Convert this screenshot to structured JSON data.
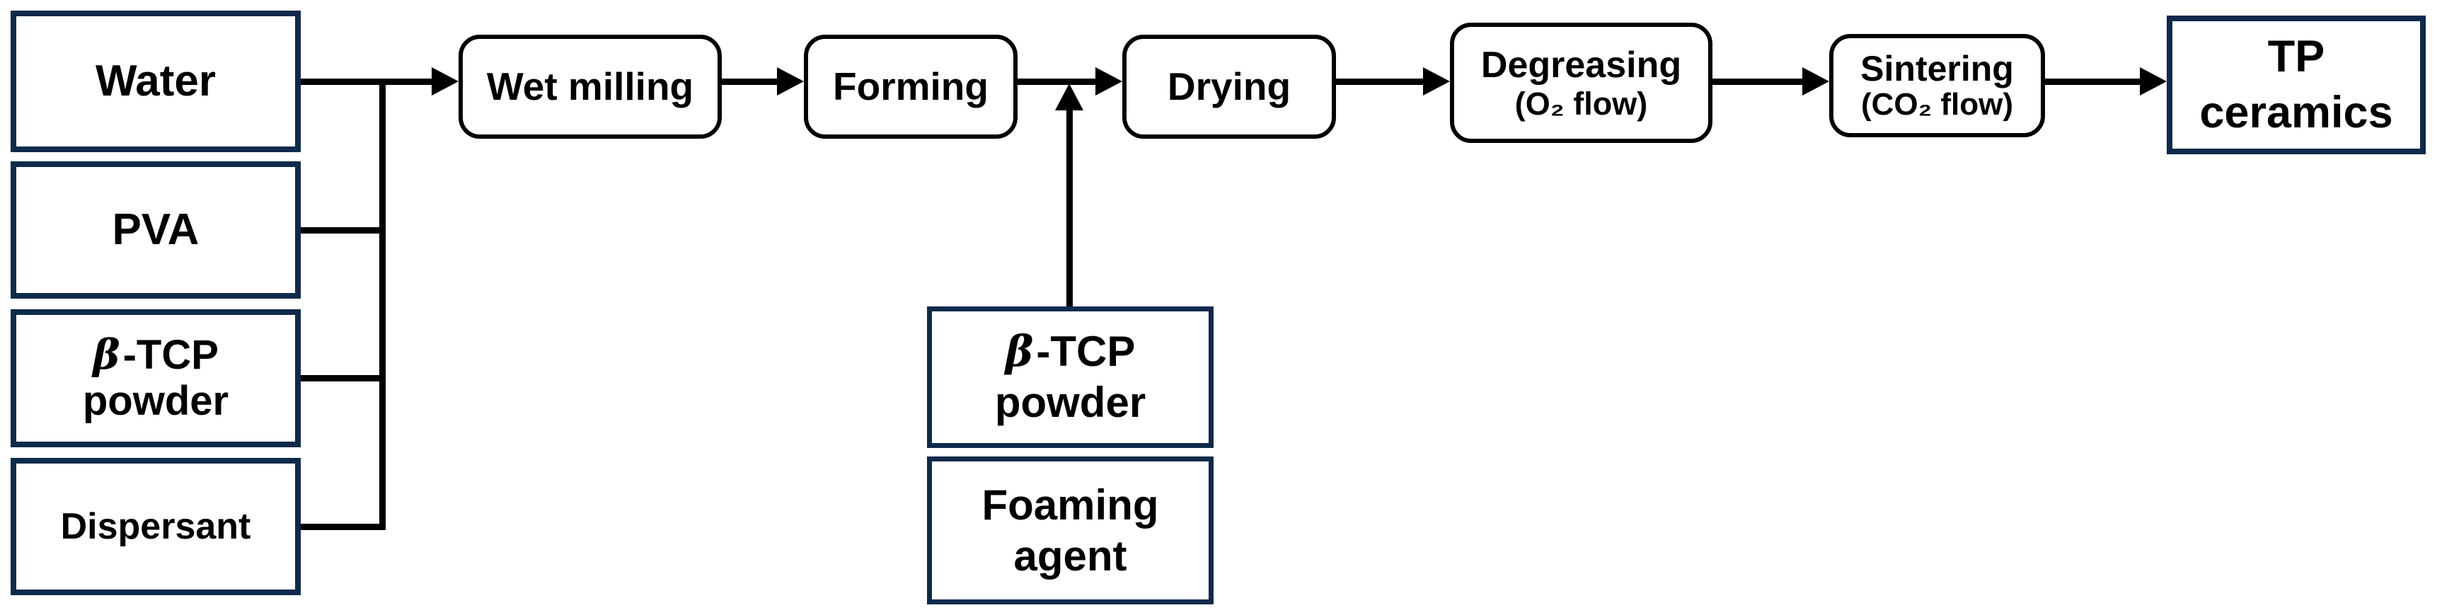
{
  "colors": {
    "box_border": "#0e2a4c",
    "process_border": "#000000",
    "line": "#000000",
    "background": "#ffffff",
    "text": "#000000"
  },
  "input_boxes": {
    "water": {
      "label": "Water"
    },
    "pva": {
      "label": "PVA"
    },
    "btcp": {
      "beta": "β",
      "tcp": "-TCP",
      "line2": "powder"
    },
    "dispersant": {
      "label": "Dispersant"
    }
  },
  "process_boxes": {
    "wet_milling": {
      "label": "Wet milling"
    },
    "forming": {
      "label": "Forming"
    },
    "drying": {
      "label": "Drying"
    },
    "degreasing": {
      "label": "Degreasing",
      "sub": "(O₂ flow)"
    },
    "sintering": {
      "label": "Sintering",
      "sub": "(CO₂ flow)"
    }
  },
  "additive_boxes": {
    "btcp_powder": {
      "beta": "β",
      "tcp": "-TCP",
      "line2": "powder"
    },
    "foaming_agent": {
      "label": "Foaming\nagent"
    }
  },
  "output_box": {
    "label": "TP\nceramics"
  }
}
